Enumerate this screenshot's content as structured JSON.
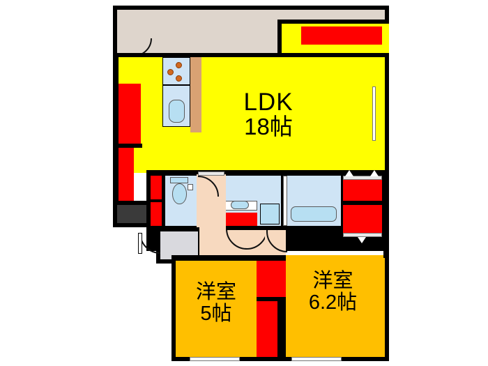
{
  "document": {
    "type": "floor-plan",
    "title": "2LDK apartment floor plan",
    "orientation": "plan-view"
  },
  "rooms": [
    {
      "id": "ldk",
      "name_line1": "LDK",
      "name_line2": "18帖",
      "size_value": "18",
      "size_unit": "帖",
      "fill_color": "#FFFF00"
    },
    {
      "id": "bedroom-left",
      "name_line1": "洋室",
      "name_line2": "5帖",
      "size_value": "5",
      "size_unit": "帖",
      "fill_color": "#FFBF00"
    },
    {
      "id": "bedroom-right",
      "name_line1": "洋室",
      "name_line2": "6.2帖",
      "size_value": "6.2",
      "size_unit": "帖",
      "fill_color": "#FFBF00"
    }
  ],
  "areas": {
    "balcony": {
      "label": "",
      "fill_color": "#DED5CC"
    },
    "hallway": {
      "label": "",
      "fill_color": "#F7D9BF"
    },
    "entry": {
      "label": "",
      "fill_color": "#D9D9DE"
    }
  },
  "fixtures": [
    {
      "id": "kitchen-stove",
      "icon": "stove-icon",
      "burners": 3
    },
    {
      "id": "kitchen-sink",
      "icon": "kitchen-sink-icon"
    },
    {
      "id": "kitchen-counter",
      "icon": "counter-icon"
    },
    {
      "id": "toilet",
      "icon": "toilet-icon"
    },
    {
      "id": "washbasin",
      "icon": "washbasin-icon"
    },
    {
      "id": "washer",
      "icon": "washing-machine-icon"
    },
    {
      "id": "bathtub",
      "icon": "bathtub-icon"
    }
  ],
  "closets": [
    {
      "id": "closet-ldk-top-right"
    },
    {
      "id": "closet-ldk-left-upper"
    },
    {
      "id": "closet-ldk-left-lower"
    },
    {
      "id": "closet-hall-left"
    },
    {
      "id": "closet-wash"
    },
    {
      "id": "closet-right-upper"
    },
    {
      "id": "closet-right-lower"
    },
    {
      "id": "closet-between-bedrooms-upper"
    },
    {
      "id": "closet-between-bedrooms-lower"
    }
  ],
  "openings": [
    {
      "id": "entrance-door",
      "icon": "door-swing-icon"
    },
    {
      "id": "balcony-door",
      "icon": "door-swing-icon"
    },
    {
      "id": "toilet-door",
      "icon": "door-swing-icon"
    },
    {
      "id": "washroom-door",
      "icon": "door-swing-icon"
    },
    {
      "id": "bedroom-right-door",
      "icon": "door-swing-icon"
    },
    {
      "id": "ldk-window-right",
      "icon": "window-icon"
    },
    {
      "id": "bedroom-left-window",
      "icon": "sliding-window-icon"
    },
    {
      "id": "bedroom-right-window",
      "icon": "sliding-window-icon"
    }
  ],
  "palette": {
    "wall": "#000000",
    "ldk_fill": "#FFFF00",
    "bedroom_fill": "#FFBF00",
    "closet_fill": "#FF0000",
    "balcony_fill": "#DED5CC",
    "hall_fill": "#F7D9BF",
    "entry_fill": "#D9D9DE",
    "water_fill": "#CFE4F5",
    "counter_fill": "#D9A273",
    "background": "#FFFFFF"
  }
}
